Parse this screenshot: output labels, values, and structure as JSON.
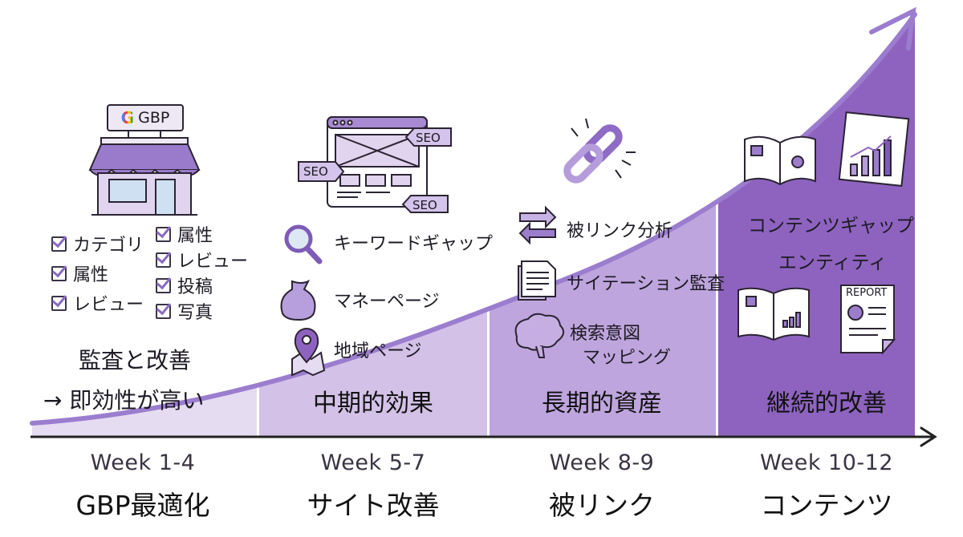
{
  "colors": {
    "phase1": "#e6dcf1",
    "phase2": "#d3c1e7",
    "phase3": "#bfa5dd",
    "phase4": "#8e63bf",
    "curve": "#9b7dcf",
    "axis": "#222222",
    "accent": "#8a6bbf"
  },
  "phases": [
    {
      "week": "Week 1-4",
      "title": "GBP最適化",
      "effect_lines": [
        "監査と改善",
        "→ 即効性が高い"
      ],
      "icon": "storefront-icon",
      "sign": "GBP",
      "sign_logo": "G",
      "checklist_left": [
        "カテゴリ",
        "属性",
        "レビュー"
      ],
      "checklist_right": [
        "属性",
        "レビュー",
        "投稿",
        "写真"
      ]
    },
    {
      "week": "Week 5-7",
      "title": "サイト改善",
      "effect": "中期的効果",
      "icon": "webpage-wireframe-icon",
      "seo_tags": [
        "SEO",
        "SEO",
        "SEO"
      ],
      "items": [
        {
          "icon": "magnifier-icon",
          "label": "キーワードギャップ"
        },
        {
          "icon": "money-bag-icon",
          "label": "マネーページ"
        },
        {
          "icon": "map-pin-icon",
          "label": "地域ページ"
        }
      ]
    },
    {
      "week": "Week 8-9",
      "title": "被リンク",
      "effect": "長期的資産",
      "icon": "chain-link-icon",
      "items": [
        {
          "icon": "exchange-arrows-icon",
          "label": "被リンク分析"
        },
        {
          "icon": "document-icon",
          "label": "サイテーション監査"
        },
        {
          "icon": "brain-icon",
          "label": "検索意図",
          "label2": "マッピング"
        }
      ]
    },
    {
      "week": "Week 10-12",
      "title": "コンテンツ",
      "effect": "継続的改善",
      "icon": "book-icon",
      "items": [
        "コンテンツギャップ",
        "エンティティ"
      ],
      "report_label": "REPORT"
    }
  ]
}
